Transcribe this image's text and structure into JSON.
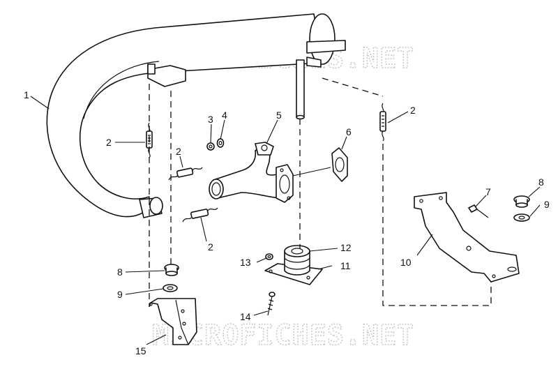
{
  "watermark": "MICROFICHES.NET",
  "callouts": {
    "c1": "1",
    "c2a": "2",
    "c2b": "2",
    "c2c": "2",
    "c2d": "2",
    "c3": "3",
    "c4": "4",
    "c5": "5",
    "c6": "6",
    "c7": "7",
    "c8a": "8",
    "c8b": "8",
    "c9a": "9",
    "c9b": "9",
    "c10": "10",
    "c11": "11",
    "c12": "12",
    "c13": "13",
    "c14": "14",
    "c15": "15"
  }
}
